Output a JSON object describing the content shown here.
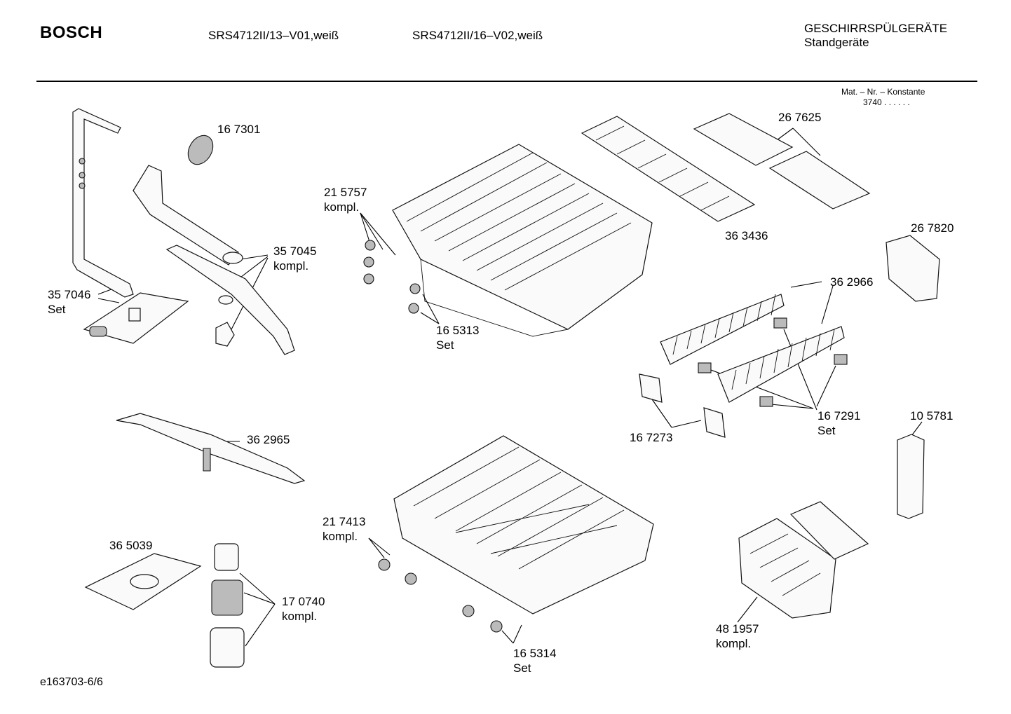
{
  "header": {
    "brand": "BOSCH",
    "model_1": "SRS4712II/13–V01,weiß",
    "model_2": "SRS4712II/16–V02,weiß",
    "category": "GESCHIRRSPÜLGERÄTE",
    "subcategory": "Standgeräte"
  },
  "material_note": {
    "label": "Mat. – Nr. – Konstante",
    "value": "3740"
  },
  "parts": {
    "p167301": {
      "number": "16 7301"
    },
    "p357045": {
      "number": "35 7045",
      "suffix": "kompl."
    },
    "p357046": {
      "number": "35 7046",
      "suffix": "Set"
    },
    "p215757": {
      "number": "21 5757",
      "suffix": "kompl."
    },
    "p165313": {
      "number": "16 5313",
      "suffix": "Set"
    },
    "p267625": {
      "number": "26 7625"
    },
    "p363436": {
      "number": "36 3436"
    },
    "p267820": {
      "number": "26 7820"
    },
    "p362966": {
      "number": "36 2966"
    },
    "p167291": {
      "number": "16 7291",
      "suffix": "Set"
    },
    "p167273": {
      "number": "16 7273"
    },
    "p105781": {
      "number": "10 5781"
    },
    "p362965": {
      "number": "36 2965"
    },
    "p365039": {
      "number": "36 5039"
    },
    "p170740": {
      "number": "17 0740",
      "suffix": "kompl."
    },
    "p217413": {
      "number": "21 7413",
      "suffix": "kompl."
    },
    "p165314": {
      "number": "16 5314",
      "suffix": "Set"
    },
    "p481957": {
      "number": "48 1957",
      "suffix": "kompl."
    }
  },
  "footer": {
    "drawing_id": "e163703-6/6"
  }
}
